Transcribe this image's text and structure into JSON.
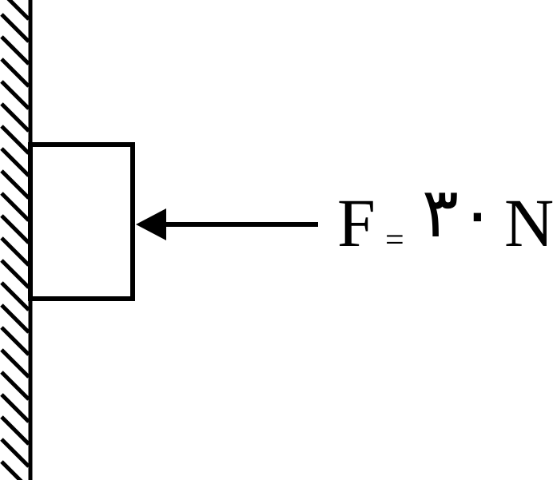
{
  "diagram": {
    "force": {
      "symbol": "F",
      "equals": "=",
      "value": "۳۰",
      "unit": "N"
    },
    "colors": {
      "ink": "#000000",
      "background": "#ffffff"
    }
  }
}
